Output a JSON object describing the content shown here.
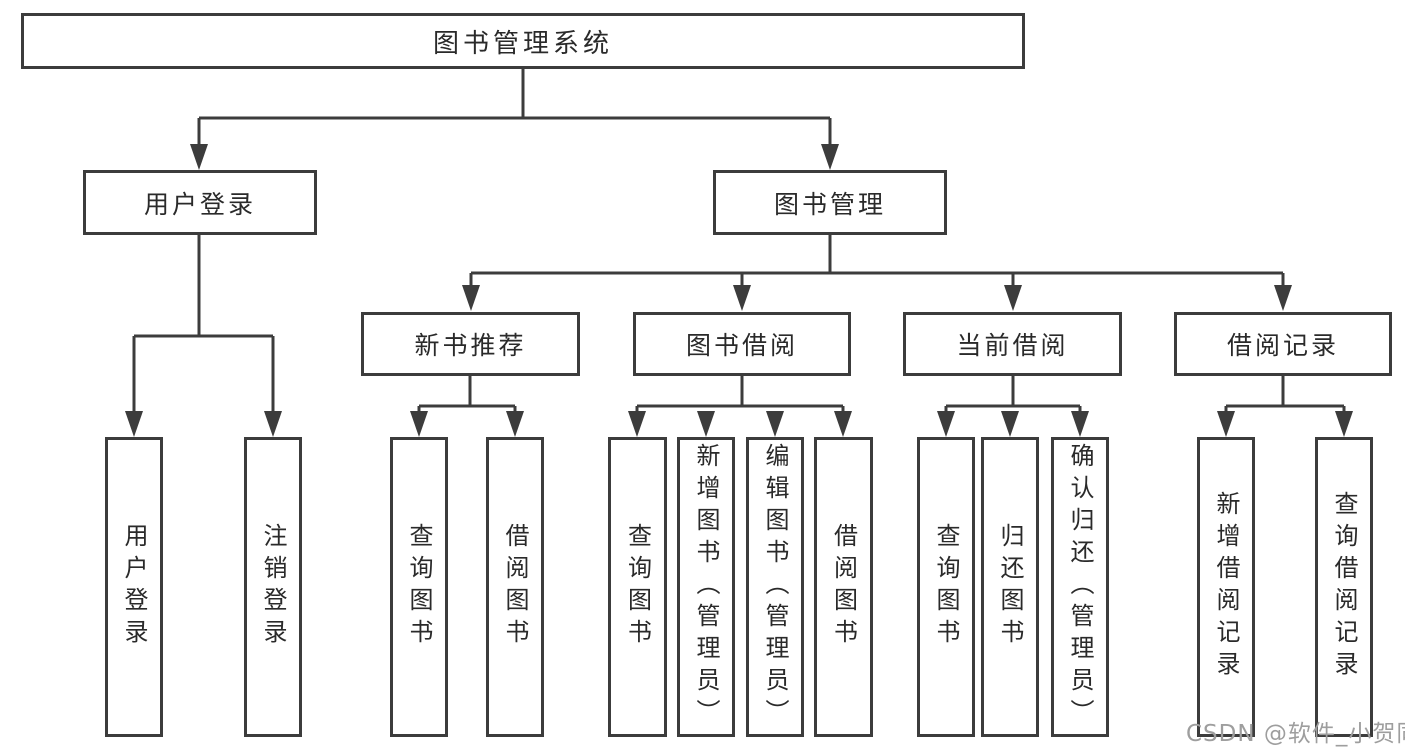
{
  "tree": {
    "label": "图书管理系统",
    "children": [
      {
        "label": "用户登录",
        "children": [
          {
            "label": "用户登录"
          },
          {
            "label": "注销登录"
          }
        ]
      },
      {
        "label": "图书管理",
        "children": [
          {
            "label": "新书推荐",
            "children": [
              {
                "label": "查询图书"
              },
              {
                "label": "借阅图书"
              }
            ]
          },
          {
            "label": "图书借阅",
            "children": [
              {
                "label": "查询图书"
              },
              {
                "label": "新增图书（管理员）"
              },
              {
                "label": "编辑图书（管理员）"
              },
              {
                "label": "借阅图书"
              }
            ]
          },
          {
            "label": "当前借阅",
            "children": [
              {
                "label": "查询图书"
              },
              {
                "label": "归还图书"
              },
              {
                "label": "确认归还（管理员）"
              }
            ]
          },
          {
            "label": "借阅记录",
            "children": [
              {
                "label": "新增借阅记录"
              },
              {
                "label": "查询借阅记录"
              }
            ]
          }
        ]
      }
    ]
  },
  "watermark": {
    "text": "CSDN @软件_小贺同学",
    "color": "#9e9e9e"
  },
  "colors": {
    "box_border": "#3c3c3c",
    "connector": "#3c3c3c",
    "text": "#2a2a2a",
    "background": "#ffffff"
  }
}
